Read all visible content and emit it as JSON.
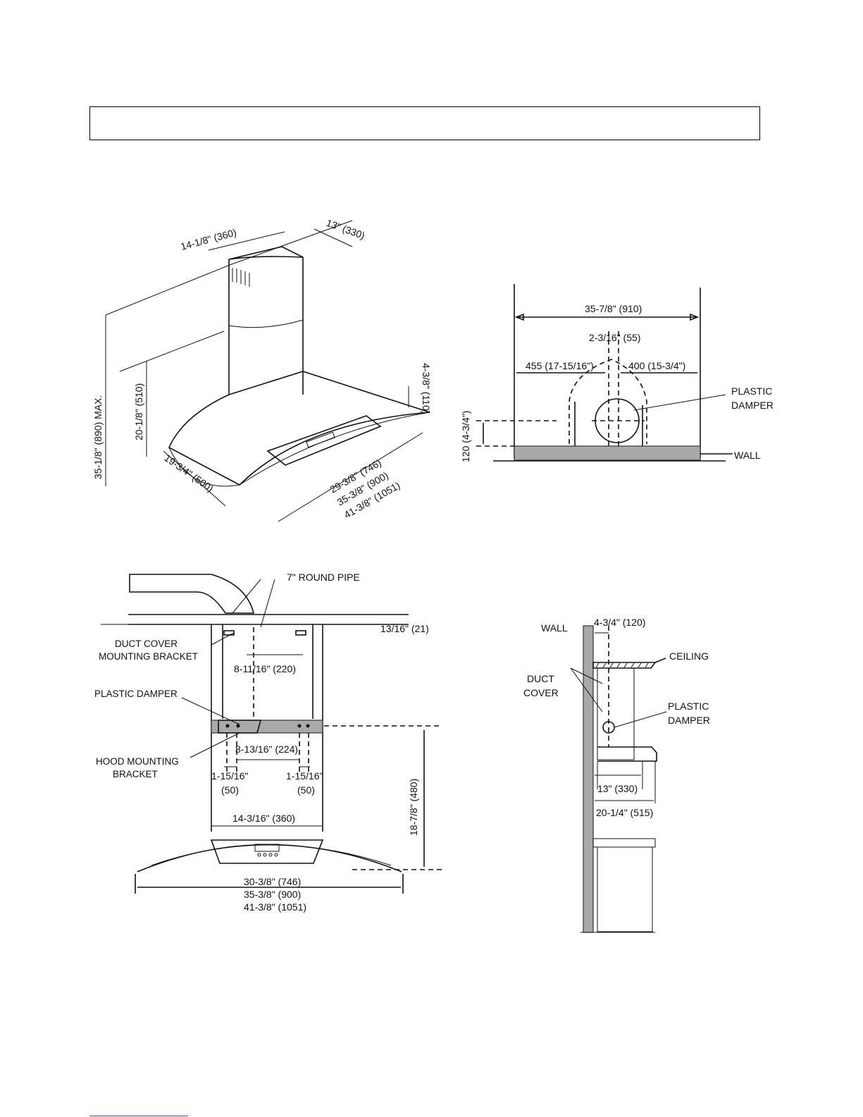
{
  "iso": {
    "top_width": "14-1/8\" (360)",
    "top_depth": "13\" (330)",
    "max_height": "35-1/8\" (890) MAX.",
    "min_height": "20-1/8\" (510)",
    "canopy_height": "4-3/8\" (110)",
    "depth": "19-3/4\" (500)",
    "width_1": "29-3/8\" (746)",
    "width_2": "35-3/8\" (900)",
    "width_3": "41-3/8\" (1051)"
  },
  "plan": {
    "total_width": "35-7/8\" (910)",
    "offset": "2-3/16\" (55)",
    "left_width": "455 (17-15/16\")",
    "right_width": "400 (15-3/4\")",
    "height": "120 (4-3/4\")",
    "plastic_damper_1": "PLASTIC",
    "plastic_damper_2": "DAMPER",
    "wall": "WALL"
  },
  "front": {
    "round_pipe": "7\" ROUND PIPE",
    "gap": "13/16\" (21)",
    "duct_cover_1": "DUCT COVER",
    "duct_cover_2": "MOUNTING BRACKET",
    "bracket_spacing": "8-11/16\" (220)",
    "plastic_damper": "PLASTIC DAMPER",
    "hood_bracket_spacing": "8-13/16\" (224)",
    "hood_mounting_1": "HOOD MOUNTING",
    "hood_mounting_2": "BRACKET",
    "left_offset_1": "1-15/16\"",
    "left_offset_2": "(50)",
    "right_offset_1": "1-15/16\"",
    "right_offset_2": "(50)",
    "chimney_width": "14-3/16\" (360)",
    "bracket_height": "18-7/8\" (480)",
    "width_1": "30-3/8\" (746)",
    "width_2": "35-3/8\" (900)",
    "width_3": "41-3/8\" (1051)"
  },
  "side": {
    "wall": "WALL",
    "offset": "4-3/4\" (120)",
    "ceiling": "CEILING",
    "duct_cover_1": "DUCT",
    "duct_cover_2": "COVER",
    "plastic_damper_1": "PLASTIC",
    "plastic_damper_2": "DAMPER",
    "depth_1": "13\" (330)",
    "depth_2": "20-1/4\" (515)"
  }
}
